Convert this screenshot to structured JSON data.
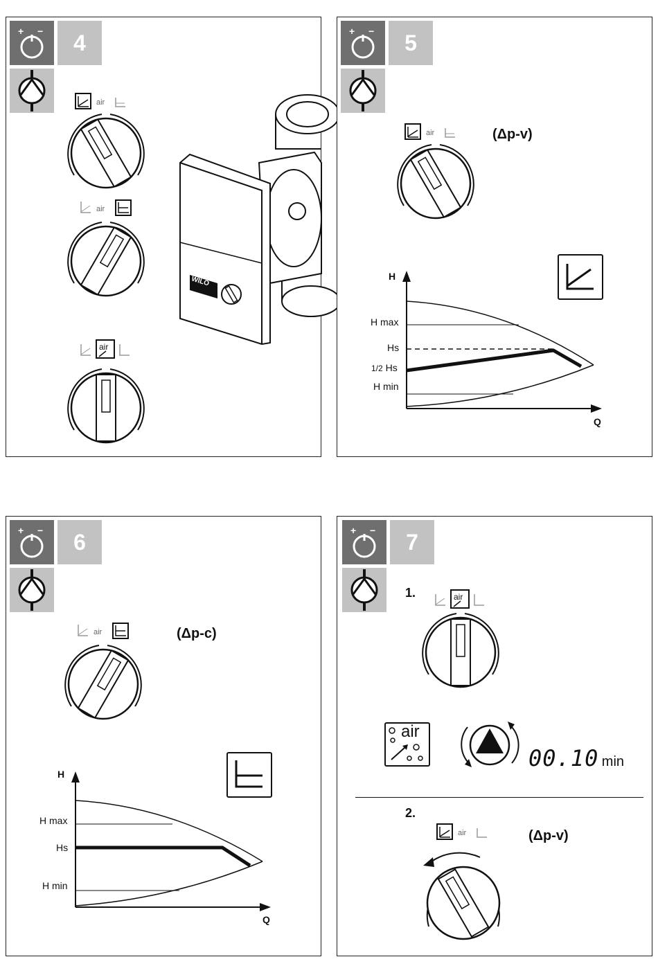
{
  "panels": {
    "p4": {
      "number": "4"
    },
    "p5": {
      "number": "5",
      "mode": "(Δp-v)",
      "chart": {
        "ylabel": "H",
        "xlabel": "Q",
        "hmax": "H max",
        "hs": "Hs",
        "half": "Hs",
        "half_frac": "1/2",
        "hmin": "H min"
      }
    },
    "p6": {
      "number": "6",
      "mode": "(Δp-c)",
      "chart": {
        "ylabel": "H",
        "xlabel": "Q",
        "hmax": "H max",
        "hs": "Hs",
        "hmin": "H min"
      }
    },
    "p7": {
      "number": "7",
      "step1": "1.",
      "step2": "2.",
      "mode": "(Δp-v)",
      "air_label": "air",
      "timer": "00.10",
      "timer_unit": "min"
    }
  },
  "dial_labels": {
    "air": "air"
  },
  "pump_brand": "WILO",
  "colors": {
    "header_dark": "#6f6f6f",
    "header_light": "#c2c2c2",
    "line": "#111111"
  }
}
